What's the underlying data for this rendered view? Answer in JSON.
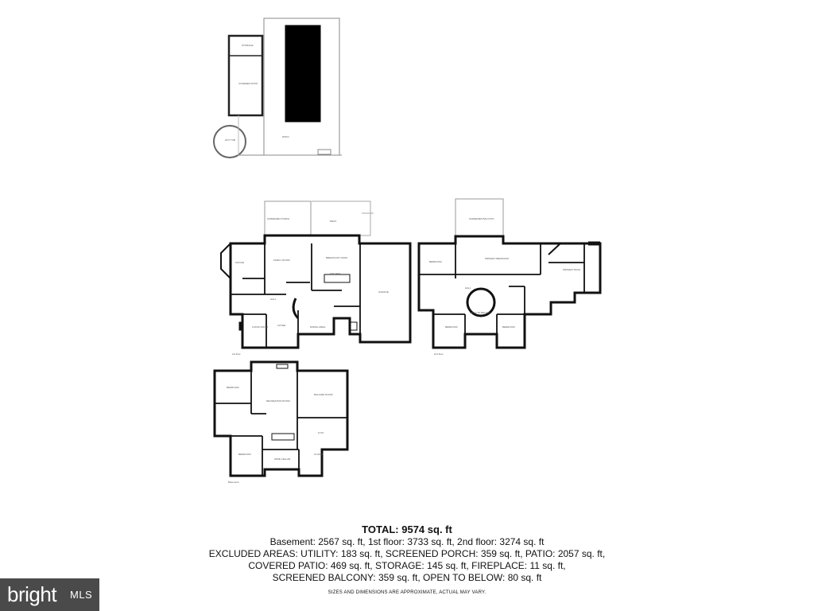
{
  "summary": {
    "total": "TOTAL: 9574 sq. ft",
    "lines": [
      "Basement: 2567 sq. ft, 1st floor: 3733 sq. ft, 2nd floor: 3274 sq. ft",
      "EXCLUDED AREAS: UTILITY: 183 sq. ft, SCREENED PORCH: 359 sq. ft, PATIO: 2057 sq. ft,",
      "COVERED PATIO: 469 sq. ft, STORAGE: 145 sq. ft, FIREPLACE: 11 sq. ft,",
      "SCREENED BALCONY: 359 sq. ft, OPEN TO BELOW: 80 sq. ft"
    ],
    "disclaimer": "SIZES AND DIMENSIONS ARE APPROXIMATE, ACTUAL MAY VARY."
  },
  "logo": {
    "word": "bright",
    "suffix": "MLS"
  }
}
